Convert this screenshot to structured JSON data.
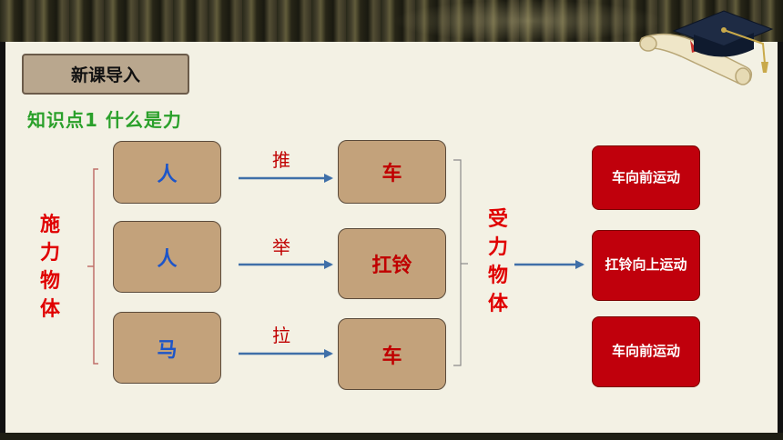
{
  "header": {
    "title": "新课导入"
  },
  "section": {
    "subtitle": "知识点1  什么是力"
  },
  "left_label": [
    "施",
    "力",
    "物",
    "体"
  ],
  "right_label": [
    "受",
    "力",
    "物",
    "体"
  ],
  "rows": [
    {
      "source": "人",
      "verb": "推",
      "target": "车"
    },
    {
      "source": "人",
      "verb": "举",
      "target": "扛铃"
    },
    {
      "source": "马",
      "verb": "拉",
      "target": "车"
    }
  ],
  "results": [
    "车向前运动",
    "扛铃向上运动",
    "车向前运动"
  ],
  "colors": {
    "arrow": "#3f6fa8",
    "red": "#c00000",
    "green": "#2aa02a",
    "box": "#c3a27b"
  },
  "decorations": {
    "graduation_cap": "graduation-cap-icon",
    "scroll": "diploma-scroll-icon"
  }
}
